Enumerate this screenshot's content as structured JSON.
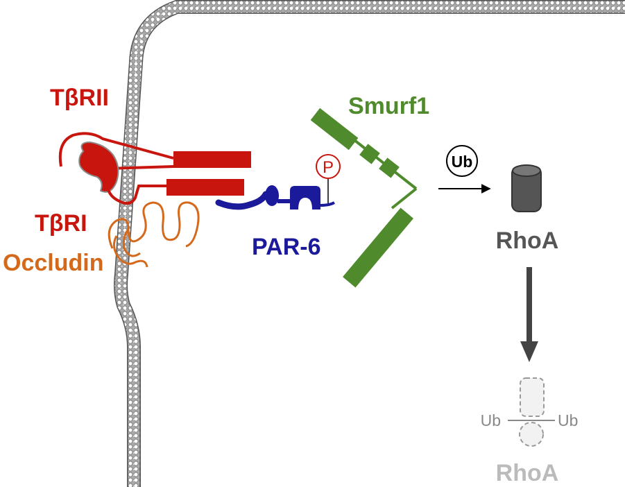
{
  "labels": {
    "tbrii": "TβRII",
    "tbri": "TβRI",
    "occludin": "Occludin",
    "par6": "PAR-6",
    "smurf1": "Smurf1",
    "phospho": "P",
    "ub_tag": "Ub",
    "rhoa": "RhoA",
    "rhoa_degraded": "RhoA",
    "ub_left": "Ub",
    "ub_right": "Ub"
  },
  "colors": {
    "tgf_receptor": "#c8150e",
    "occludin": "#d4691c",
    "par6": "#1a1a9a",
    "smurf1": "#4f8a2c",
    "rhoa": "#555555",
    "rhoa_degraded": "#bbbbbb",
    "membrane": "#9a9a9a"
  }
}
